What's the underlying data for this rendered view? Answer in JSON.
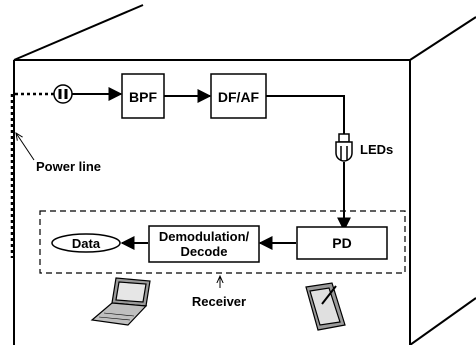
{
  "diagram": {
    "blocks": {
      "bpf": "BPF",
      "dfaf": "DF/AF",
      "pd": "PD",
      "demod_line1": "Demodulation/",
      "demod_line2": "Decode",
      "data": "Data"
    },
    "labels": {
      "power_line": "Power line",
      "leds": "LEDs",
      "receiver": "Receiver"
    },
    "icons": [
      "power-plug-icon",
      "led-icon",
      "laptop-icon",
      "tablet-icon"
    ],
    "colors": {
      "stroke": "#000000",
      "background": "#ffffff"
    }
  }
}
